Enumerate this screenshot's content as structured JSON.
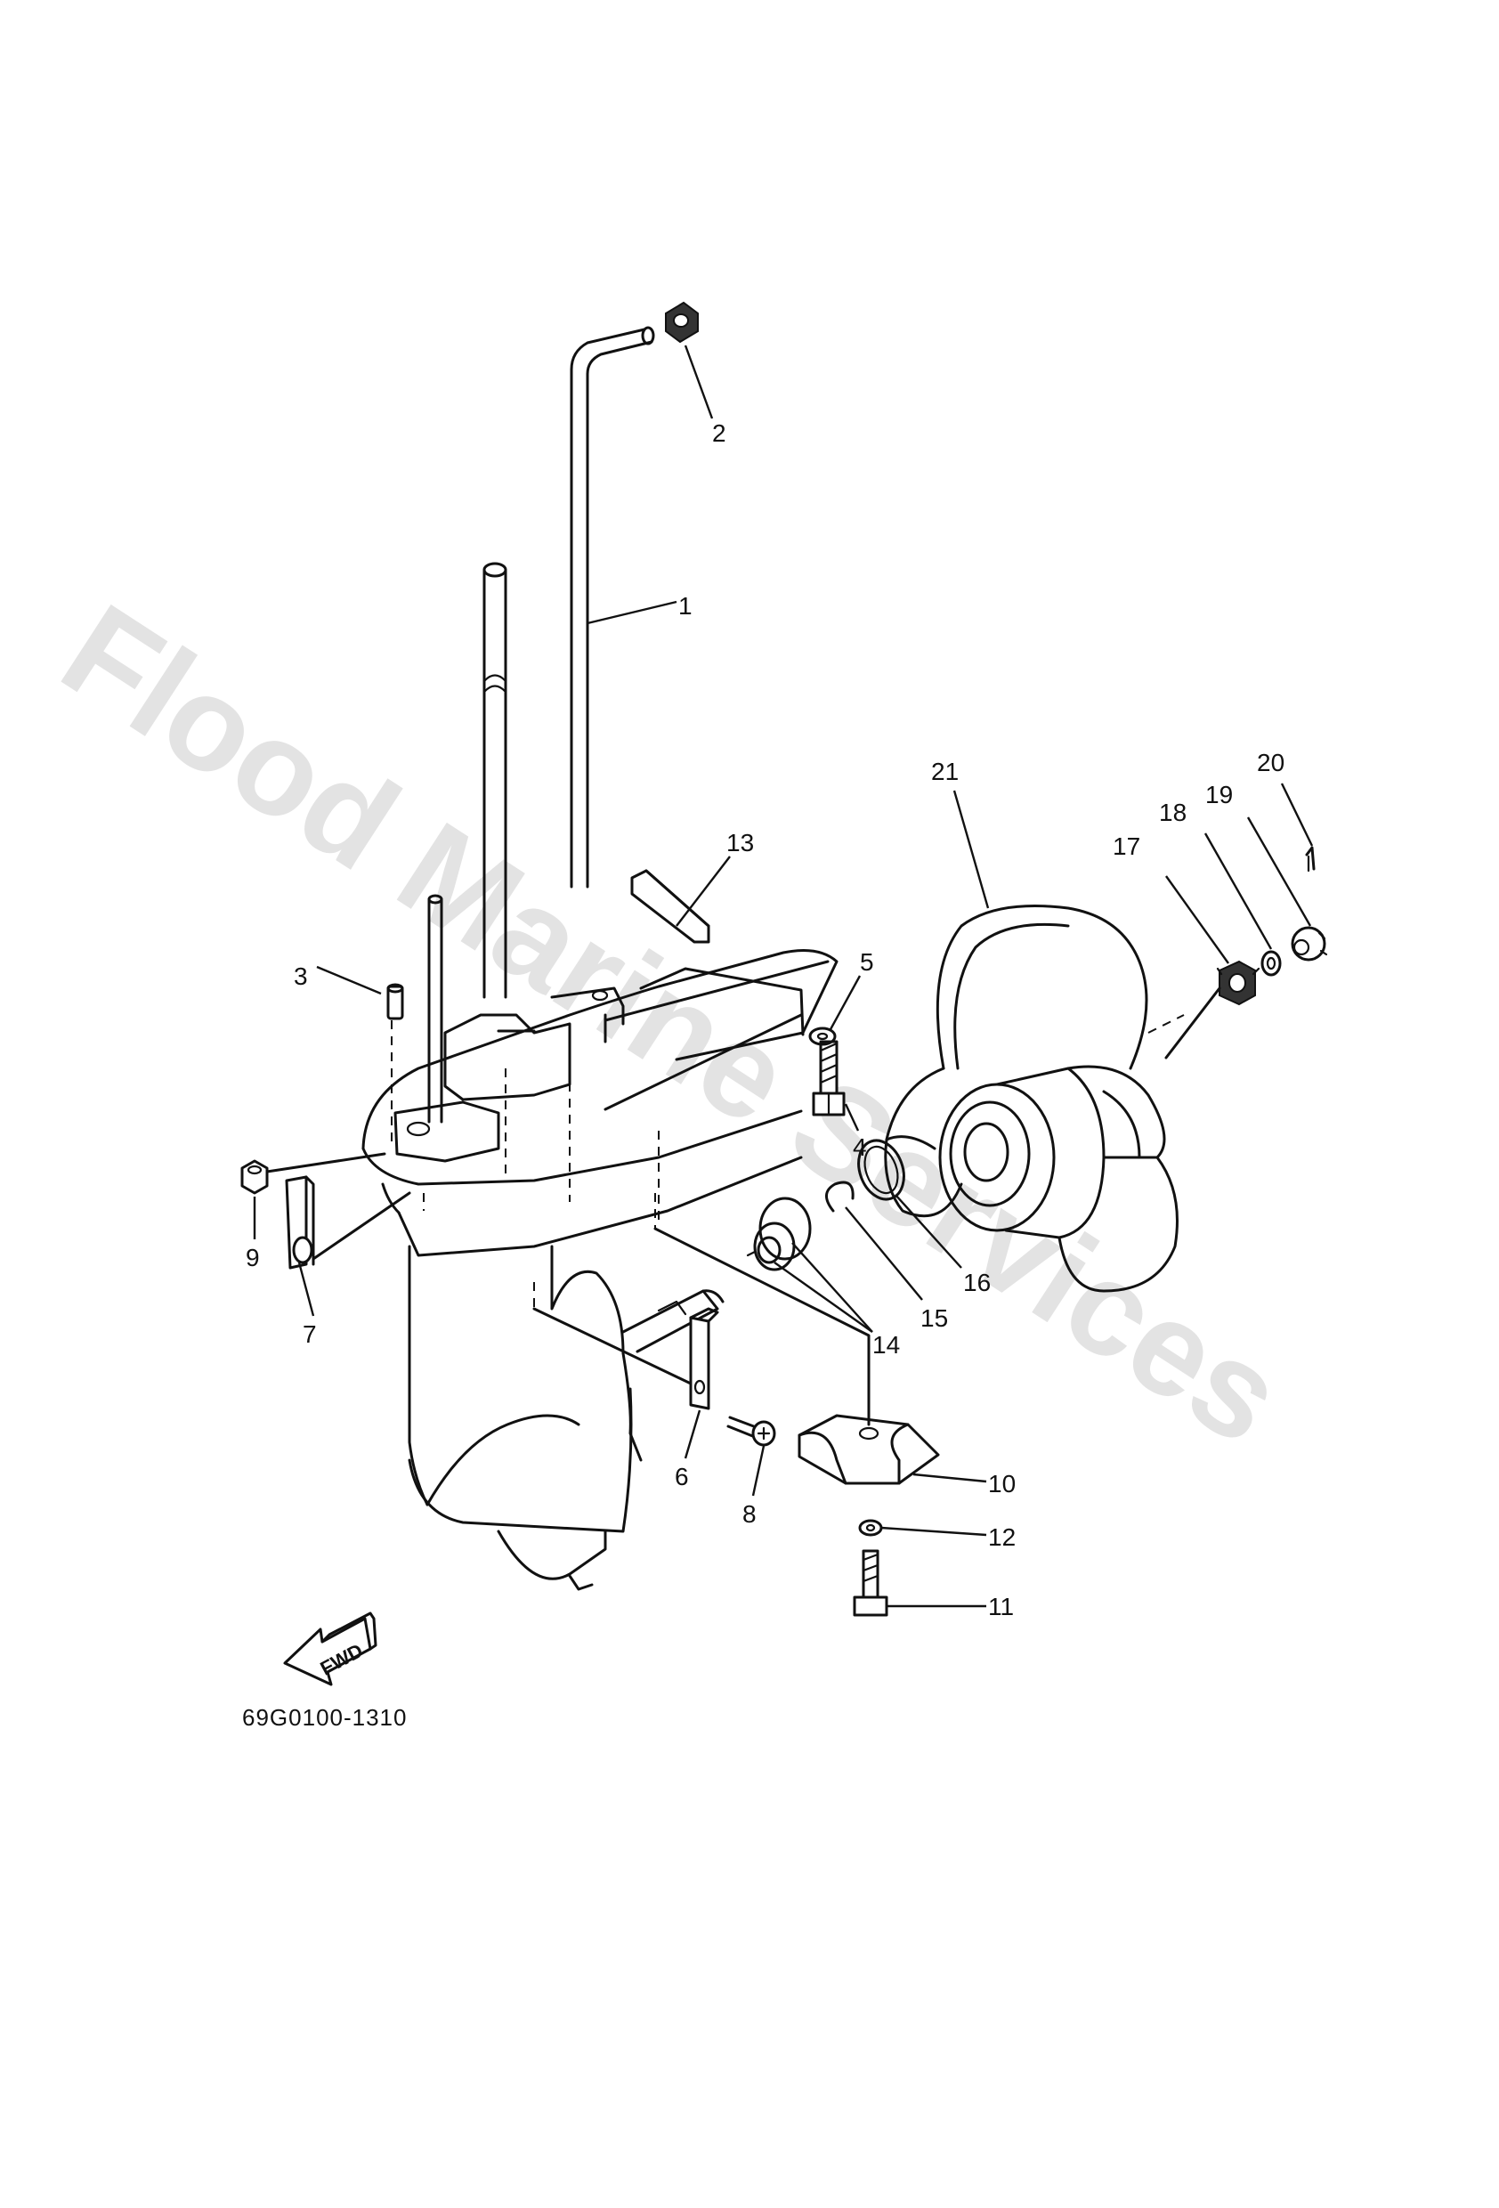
{
  "watermark": "Flood Marine Services",
  "diagram_code": "69G0100-1310",
  "fwd_label": "FWD",
  "callouts": [
    "1",
    "2",
    "3",
    "4",
    "5",
    "6",
    "7",
    "8",
    "9",
    "10",
    "11",
    "12",
    "13",
    "14",
    "15",
    "16",
    "17",
    "18",
    "19",
    "20",
    "21"
  ]
}
